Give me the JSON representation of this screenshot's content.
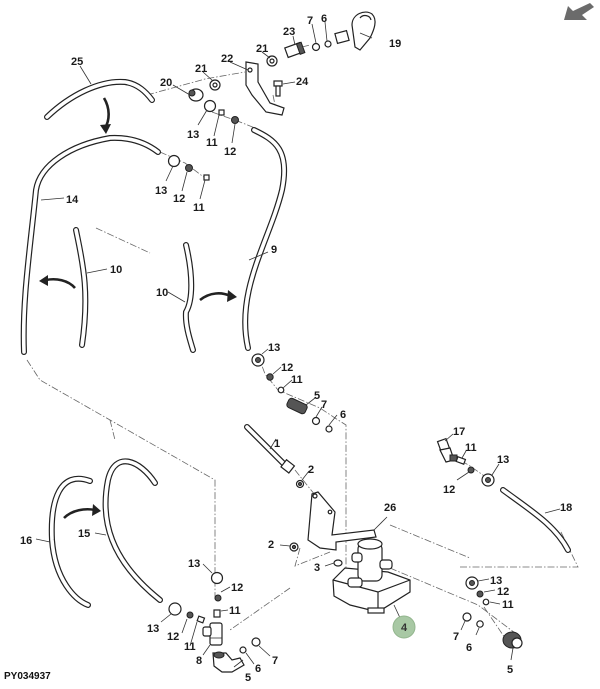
{
  "diagram": {
    "drawing_id": "PY034937",
    "highlighted_callout": "4",
    "highlight_color": "#a8c8a4",
    "nav_arrow_color": "#6b6b6b",
    "nav_arrow_icon": "arrow-down-left-icon",
    "callouts": [
      {
        "id": "c25",
        "label": "25"
      },
      {
        "id": "c20",
        "label": "20"
      },
      {
        "id": "c21a",
        "label": "21"
      },
      {
        "id": "c22",
        "label": "22"
      },
      {
        "id": "c21b",
        "label": "21"
      },
      {
        "id": "c23",
        "label": "23"
      },
      {
        "id": "c7a",
        "label": "7"
      },
      {
        "id": "c6a",
        "label": "6"
      },
      {
        "id": "c19",
        "label": "19"
      },
      {
        "id": "c24",
        "label": "24"
      },
      {
        "id": "c13a",
        "label": "13"
      },
      {
        "id": "c11a",
        "label": "11"
      },
      {
        "id": "c12a",
        "label": "12"
      },
      {
        "id": "c13b",
        "label": "13"
      },
      {
        "id": "c12b",
        "label": "12"
      },
      {
        "id": "c11b",
        "label": "11"
      },
      {
        "id": "c14",
        "label": "14"
      },
      {
        "id": "c10a",
        "label": "10"
      },
      {
        "id": "c10b",
        "label": "10"
      },
      {
        "id": "c9",
        "label": "9"
      },
      {
        "id": "c13c",
        "label": "13"
      },
      {
        "id": "c12c",
        "label": "12"
      },
      {
        "id": "c11c",
        "label": "11"
      },
      {
        "id": "c5a",
        "label": "5"
      },
      {
        "id": "c7b",
        "label": "7"
      },
      {
        "id": "c6b",
        "label": "6"
      },
      {
        "id": "c1",
        "label": "1"
      },
      {
        "id": "c2a",
        "label": "2"
      },
      {
        "id": "c26",
        "label": "26"
      },
      {
        "id": "c2b",
        "label": "2"
      },
      {
        "id": "c3",
        "label": "3"
      },
      {
        "id": "c4",
        "label": "4"
      },
      {
        "id": "c17",
        "label": "17"
      },
      {
        "id": "c11d",
        "label": "11"
      },
      {
        "id": "c12d",
        "label": "12"
      },
      {
        "id": "c13d",
        "label": "13"
      },
      {
        "id": "c18",
        "label": "18"
      },
      {
        "id": "c13e",
        "label": "13"
      },
      {
        "id": "c12e",
        "label": "12"
      },
      {
        "id": "c11e",
        "label": "11"
      },
      {
        "id": "c7c",
        "label": "7"
      },
      {
        "id": "c6c",
        "label": "6"
      },
      {
        "id": "c5b",
        "label": "5"
      },
      {
        "id": "c16",
        "label": "16"
      },
      {
        "id": "c15",
        "label": "15"
      },
      {
        "id": "c13f",
        "label": "13"
      },
      {
        "id": "c12f",
        "label": "12"
      },
      {
        "id": "c11f",
        "label": "11"
      },
      {
        "id": "c13g",
        "label": "13"
      },
      {
        "id": "c12g",
        "label": "12"
      },
      {
        "id": "c11g",
        "label": "11"
      },
      {
        "id": "c8",
        "label": "8"
      },
      {
        "id": "c5c",
        "label": "5"
      },
      {
        "id": "c6d",
        "label": "6"
      },
      {
        "id": "c7d",
        "label": "7"
      }
    ]
  }
}
